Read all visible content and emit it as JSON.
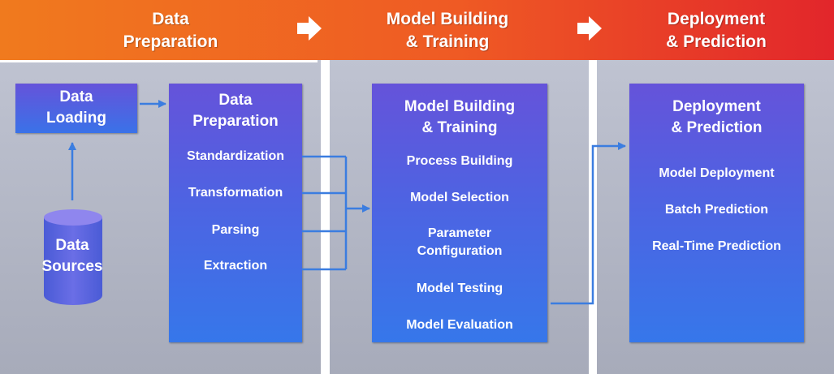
{
  "header": {
    "stages": [
      {
        "label": "Data\nPreparation"
      },
      {
        "label": "Model Building\n& Training"
      },
      {
        "label": "Deployment\n& Prediction"
      }
    ],
    "arrow_icon": "right-arrow-icon",
    "colors": {
      "start": "#f07a1e",
      "end": "#e2262b"
    }
  },
  "sources": {
    "data_sources": "Data\nSources",
    "data_loading": "Data\nLoading"
  },
  "preparation": {
    "title": "Data\nPreparation",
    "items": [
      "Standardization",
      "Transformation",
      "Parsing",
      "Extraction"
    ]
  },
  "training": {
    "title": "Model Building\n& Training",
    "items": [
      "Process Building",
      "Model Selection",
      "Parameter\nConfiguration",
      "Model Testing",
      "Model Evaluation"
    ]
  },
  "deployment": {
    "title": "Deployment\n& Prediction",
    "items": [
      "Model Deployment",
      "Batch Prediction",
      "Real-Time Prediction"
    ]
  },
  "colors": {
    "panel_top": "#6553da",
    "panel_bottom": "#3677ea",
    "connector": "#3b7de0",
    "column_bg": "#b6bac8"
  }
}
